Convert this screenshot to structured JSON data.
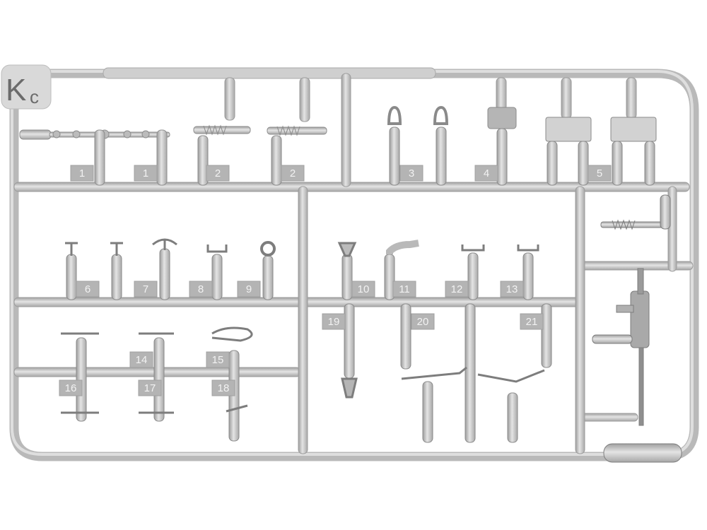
{
  "sprue": {
    "letter": "K",
    "sub_letter": "c",
    "part_numbers": [
      "1",
      "1",
      "2",
      "2",
      "3",
      "4",
      "5",
      "6",
      "7",
      "8",
      "9",
      "10",
      "11",
      "12",
      "13",
      "14",
      "15",
      "16",
      "17",
      "18",
      "19",
      "20",
      "21"
    ]
  },
  "colors": {
    "plastic": "#c6c6c6",
    "plastic_dark": "#a3a3a3",
    "plastic_light": "#e2e2e2",
    "background": "#ffffff"
  }
}
